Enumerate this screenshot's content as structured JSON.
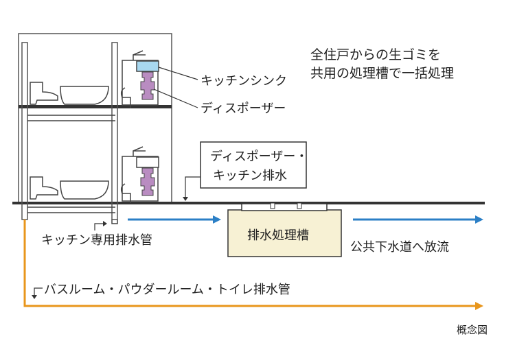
{
  "headline": {
    "line1": "全住戸からの生ゴミを",
    "line2": "共用の処理槽で一括処理"
  },
  "labels": {
    "kitchen_sink": "キッチンシンク",
    "disposer": "ディスポーザー",
    "disposer_kitchen_drain_line1": "ディスポーザー・",
    "disposer_kitchen_drain_line2": "キッチン排水",
    "treatment_tank": "排水処理槽",
    "public_sewer": "公共下水道へ放流",
    "kitchen_drain_pipe": "キッチン専用排水管",
    "bath_toilet_drain_pipe": "バスルーム・パウダールーム・トイレ排水管",
    "concept_note": "概念図"
  },
  "colors": {
    "drain_arrow": "#2b7fc6",
    "bath_pipe": "#e8961c",
    "tank_fill": "#f7f1d4",
    "sink_water": "#a8d8f0",
    "disposer": "#b98cc1",
    "line": "#333333"
  }
}
